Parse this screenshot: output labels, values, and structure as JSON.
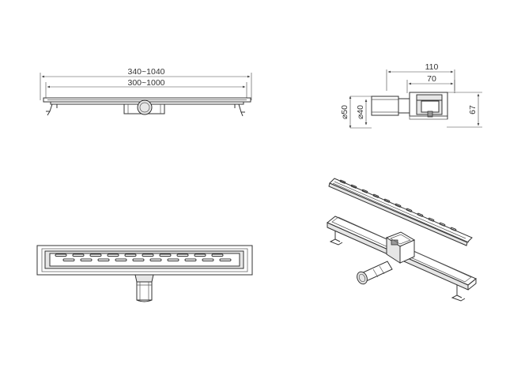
{
  "dimensions": {
    "overall_length": "340~1040",
    "grate_length": "300~1000",
    "outlet_total": "110",
    "outlet_body": "70",
    "height": "67",
    "outlet_outer_diameter": "⌀50",
    "outlet_inner_diameter": "⌀40"
  },
  "colors": {
    "line": "#333333",
    "shade": "#e6e6e6",
    "background": "#ffffff"
  }
}
